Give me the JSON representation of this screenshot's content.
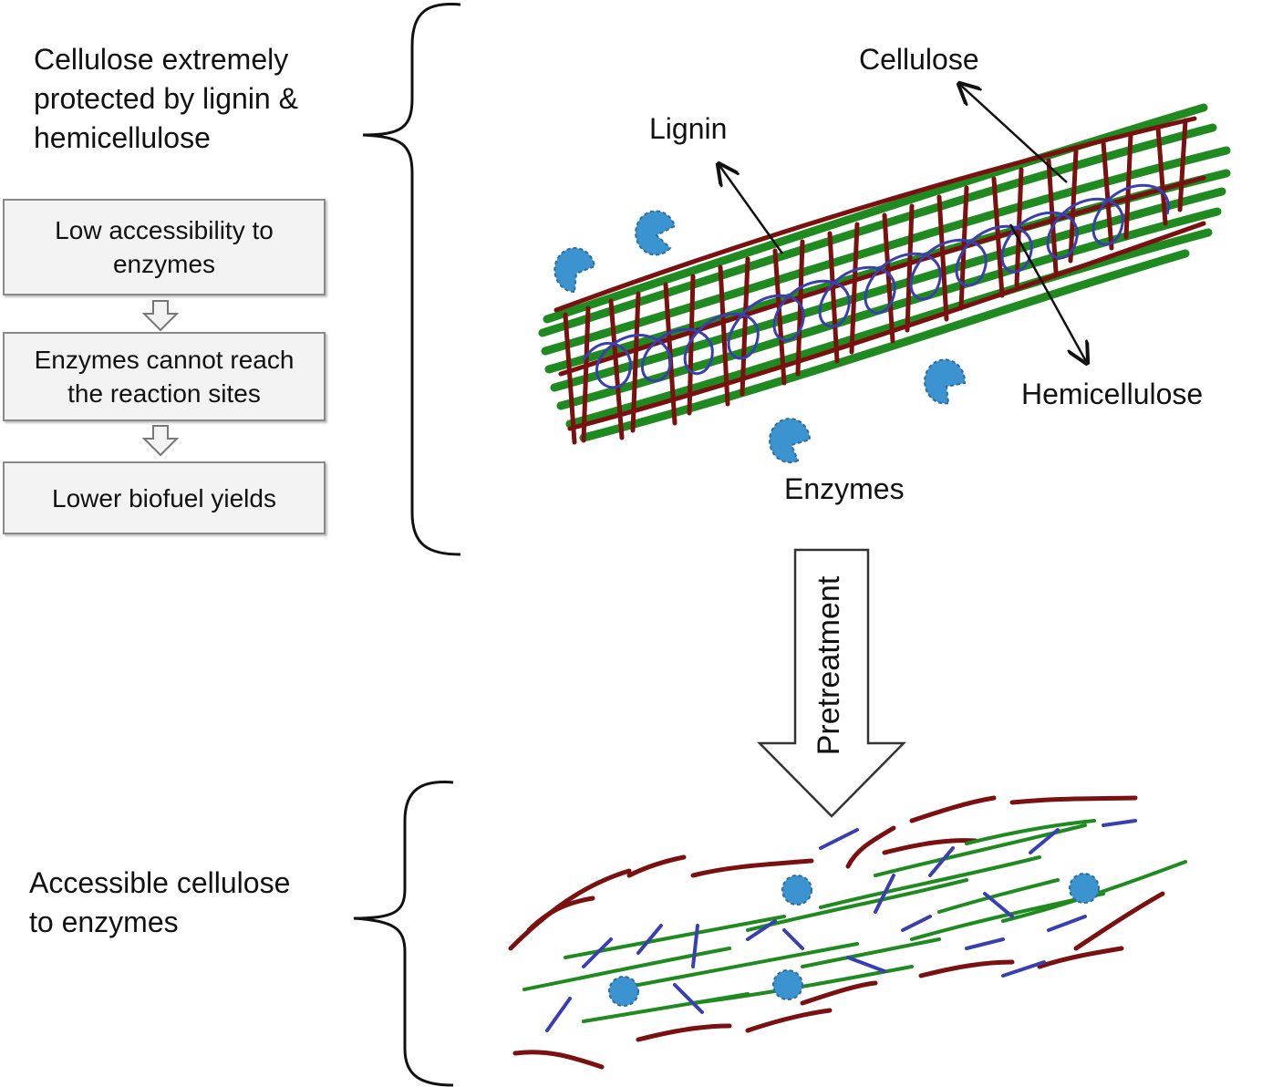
{
  "left": {
    "top_caption": "Cellulose extremely\nprotected by lignin &\nhemicellulose",
    "flow": [
      "Low accessibility to\nenzymes",
      "Enzymes cannot reach\nthe reaction sites",
      "Lower biofuel yields"
    ],
    "bottom_caption": "Accessible cellulose\nto enzymes"
  },
  "labels": {
    "cellulose": "Cellulose",
    "lignin": "Lignin",
    "hemicellulose": "Hemicellulose",
    "enzymes": "Enzymes",
    "pretreatment": "Pretreatment"
  },
  "colors": {
    "cellulose": "#1f8a1f",
    "lignin": "#7a1010",
    "hemicellulose": "#3a3fb0",
    "enzyme": "#3b93d0"
  }
}
